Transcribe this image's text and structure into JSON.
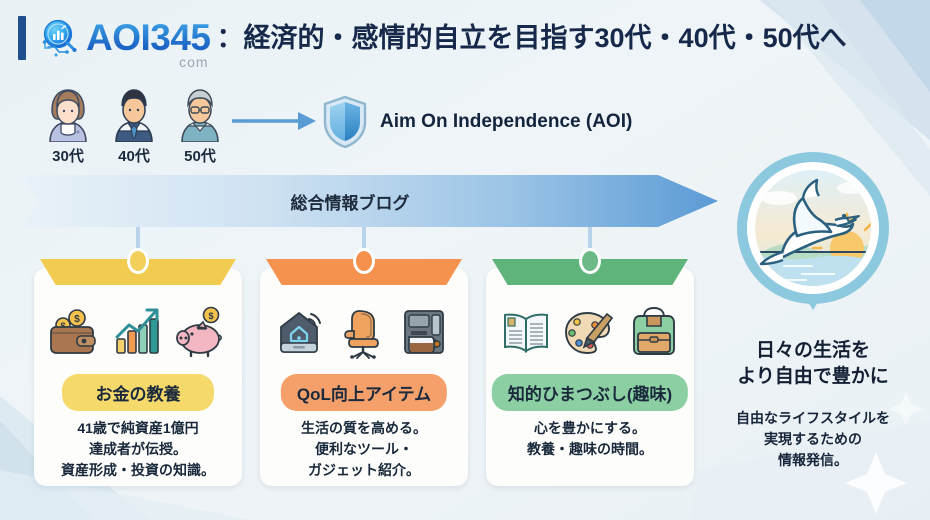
{
  "header": {
    "brand_name": "AOI345",
    "brand_sub": "com",
    "title": "：経済的・感情的自立を目指す30代・40代・50代へ"
  },
  "personas": [
    {
      "label": "30代",
      "icon": "woman-avatar-icon"
    },
    {
      "label": "40代",
      "icon": "businessman-avatar-icon"
    },
    {
      "label": "50代",
      "icon": "senior-man-avatar-icon"
    }
  ],
  "concept": {
    "shield_icon": "shield-icon",
    "caption": "Aim On Independence (AOI)"
  },
  "banner": {
    "label": "総合情報ブログ"
  },
  "cards": [
    {
      "pill": "お金の教養",
      "desc": [
        "41歳で純資産1億円",
        "達成者が伝授。",
        "資産形成・投資の知識。"
      ],
      "ribbon_color": "#f2cb51",
      "pill_color": "#f5d96b",
      "pin_color": "#f3cf5b",
      "icons": [
        "wallet-coins-icon",
        "growth-chart-icon",
        "piggy-bank-icon"
      ]
    },
    {
      "pill": "QoL向上アイテム",
      "desc": [
        "生活の質を高める。",
        "便利なツール・",
        "ガジェット紹介。"
      ],
      "ribbon_color": "#f5924e",
      "pill_color": "#f5a06b",
      "pin_color": "#f5914c",
      "icons": [
        "smart-home-hub-icon",
        "office-chair-icon",
        "coffee-maker-icon"
      ]
    },
    {
      "pill": "知的ひまつぶし(趣味)",
      "desc": [
        "心を豊かにする。",
        "教養・趣味の時間。"
      ],
      "ribbon_color": "#5fb47b",
      "pill_color": "#8bcfa3",
      "pin_color": "#6cba86",
      "icons": [
        "open-book-icon",
        "paint-palette-icon",
        "backpack-icon"
      ]
    }
  ],
  "goal": {
    "badge_icon": "dove-sunrise-badge-icon",
    "heading": [
      "日々の生活を",
      "より自由で豊かに"
    ],
    "desc": [
      "自由なライフスタイルを",
      "実現するための",
      "情報発信。"
    ]
  },
  "colors": {
    "brand_blue": "#1f6fd0",
    "header_bar": "#1f4f8f",
    "banner_blue": "#5b9bd5",
    "connector": "#b9d4ea",
    "background": "#eef4f7"
  }
}
